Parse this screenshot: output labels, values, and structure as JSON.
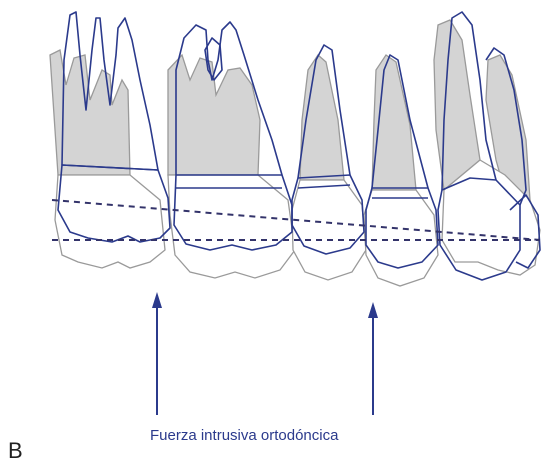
{
  "figure": {
    "panel_letter": "B",
    "caption": "Fuerza intrusiva ortodóncica",
    "colors": {
      "outline_blue": "#2b3a8c",
      "gray_fill": "#d4d4d4",
      "gray_outline": "#9a9a9a",
      "caption_text": "#2b3a8c",
      "dashed_line": "#33336a"
    },
    "elements": {
      "teeth": [
        "molar-1",
        "molar-2",
        "premolar-1",
        "premolar-2",
        "canine"
      ],
      "arrows": 2,
      "dashed_lines": 2
    }
  }
}
